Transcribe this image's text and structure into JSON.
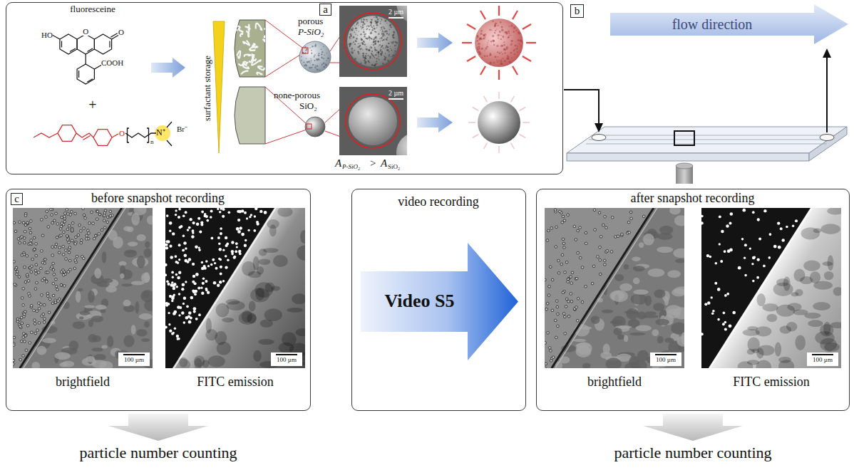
{
  "diagram": {
    "nodes": [
      {
        "text": [
          "a"
        ]
      },
      {
        "text": [
          "b"
        ]
      },
      {
        "text": [
          "flow direction"
        ]
      },
      {
        "text": [
          "c",
          "before snapshot recording"
        ]
      },
      {
        "text": [
          "video recording"
        ]
      },
      {
        "text": [
          "Video S5"
        ],
        "in": 4
      },
      {
        "text": [
          "after snapshot recording"
        ]
      }
    ],
    "labels": [
      "fluoresceine",
      "HO",
      "O",
      "O",
      "COOH",
      "+",
      "O",
      "n",
      "N⁺",
      "Br⁻",
      "surfactant storage",
      "porous",
      "P-SiO₂",
      "none-porous",
      "SiO₂",
      "2 µm",
      "2 µm",
      "A",
      "P-SiO₂",
      ">",
      "A",
      "SiO₂",
      "brightfield",
      "FITC emission",
      "100 µm",
      "100 µm",
      "brightfield",
      "FITC emission",
      "100 µm",
      "100 µm",
      "particle number counting",
      "particle number counting"
    ]
  }
}
